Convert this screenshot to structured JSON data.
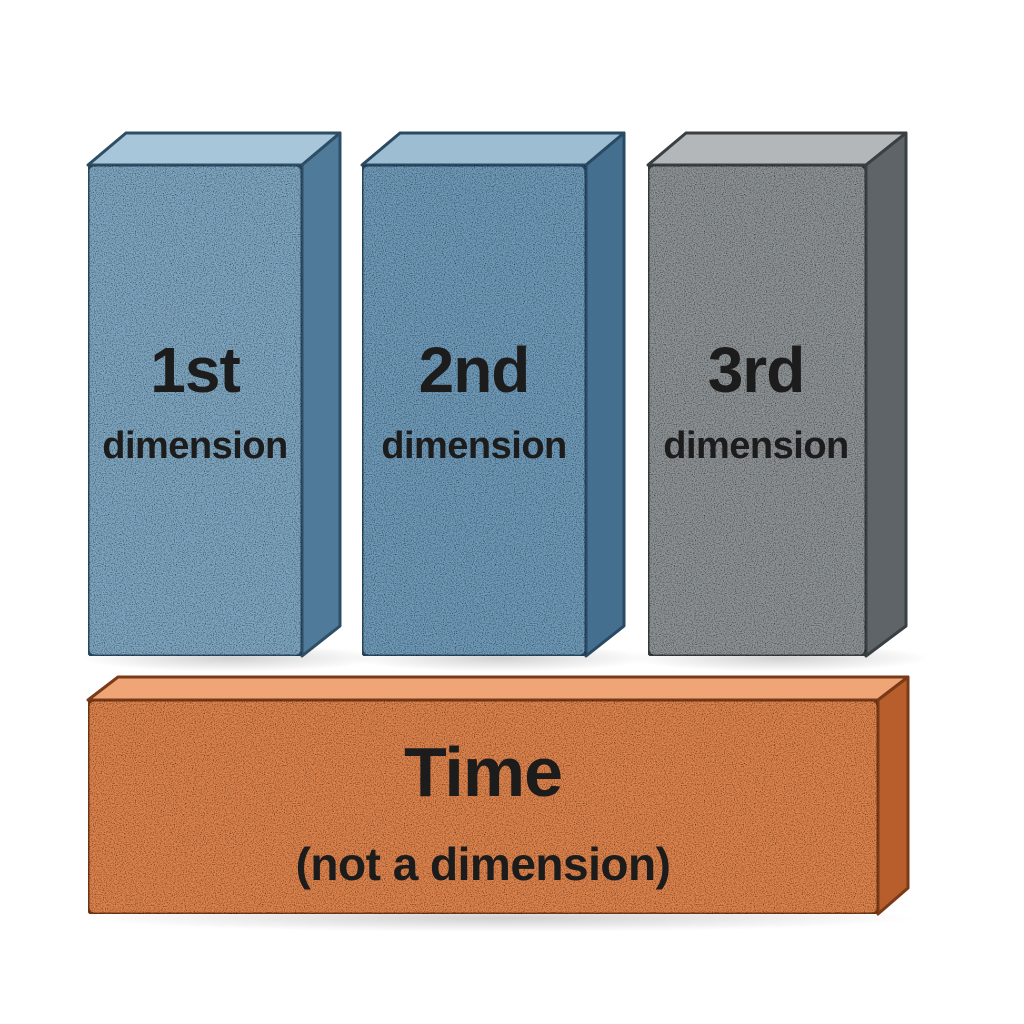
{
  "blocks": [
    {
      "id": "first",
      "ordinal": "1st",
      "label": "dimension",
      "colors": {
        "front": "#7FA7C2",
        "top": "#A8C6D9",
        "side": "#4F7A99",
        "outline": "#2E4E66"
      }
    },
    {
      "id": "second",
      "ordinal": "2nd",
      "label": "dimension",
      "colors": {
        "front": "#6F9BBA",
        "top": "#9DBDD3",
        "side": "#456F8F",
        "outline": "#2A4A63"
      }
    },
    {
      "id": "third",
      "ordinal": "3rd",
      "label": "dimension",
      "colors": {
        "front": "#8E9396",
        "top": "#B3B7B9",
        "side": "#5E6468",
        "outline": "#3A3F42"
      }
    }
  ],
  "time_block": {
    "title": "Time",
    "subtitle": "(not a dimension)",
    "colors": {
      "front": "#E0844D",
      "top": "#EFA575",
      "side": "#B85E2C",
      "outline": "#7A3A18"
    }
  },
  "text_color": "#1c1c1c"
}
